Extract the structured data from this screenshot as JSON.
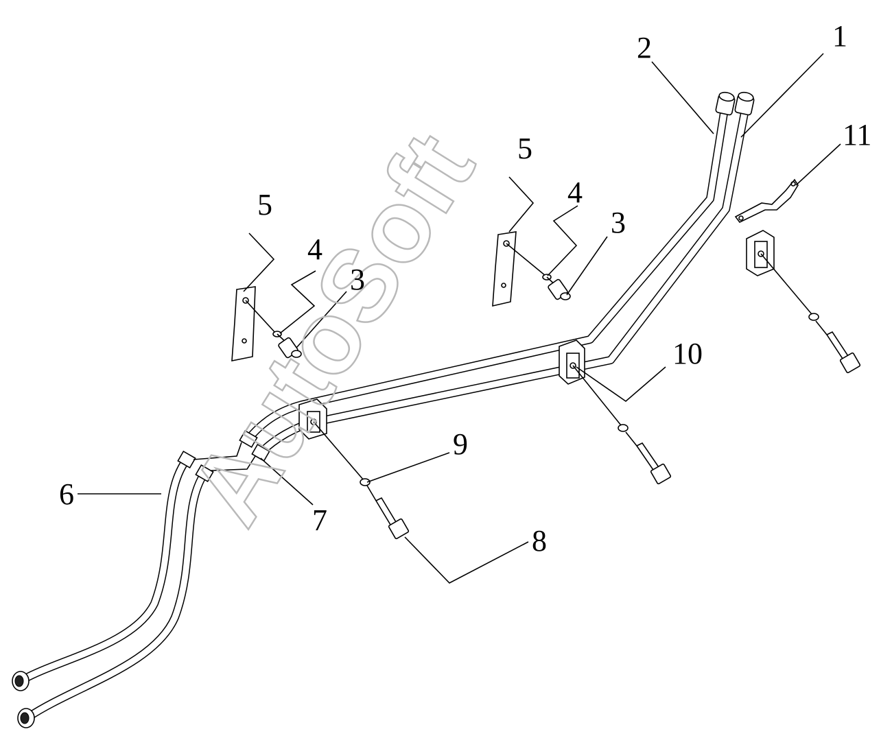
{
  "watermark": "AutoSoft",
  "callouts": {
    "c1": "1",
    "c2": "2",
    "c3a": "3",
    "c3b": "3",
    "c4a": "4",
    "c4b": "4",
    "c5a": "5",
    "c5b": "5",
    "c6": "6",
    "c7": "7",
    "c8": "8",
    "c9": "9",
    "c10": "10",
    "c11": "11"
  }
}
